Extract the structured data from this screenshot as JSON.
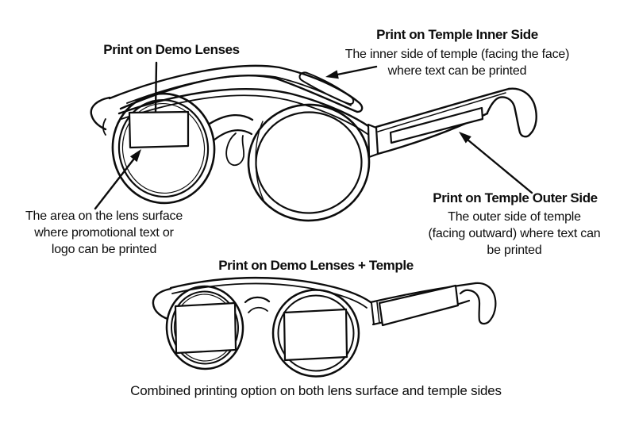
{
  "colors": {
    "background": "#ffffff",
    "ink": "#0c0c0c"
  },
  "annotations": {
    "demo_lenses": {
      "title": "Print on Demo Lenses"
    },
    "temple_inner": {
      "title": "Print on Temple Inner Side",
      "desc_lines": [
        "The inner side of temple (facing the face)",
        "where text can be printed"
      ]
    },
    "temple_outer": {
      "title": "Print on Temple Outer Side",
      "desc_lines": [
        "The outer side of temple",
        "(facing outward) where text can",
        "be printed"
      ]
    },
    "lens_area": {
      "desc_lines": [
        "The area on the lens surface",
        "where promotional text or",
        "logo can be printed"
      ]
    },
    "combined": {
      "title": "Print on Demo Lenses + Temple",
      "caption": "Combined printing option on both lens surface and temple sides"
    }
  }
}
